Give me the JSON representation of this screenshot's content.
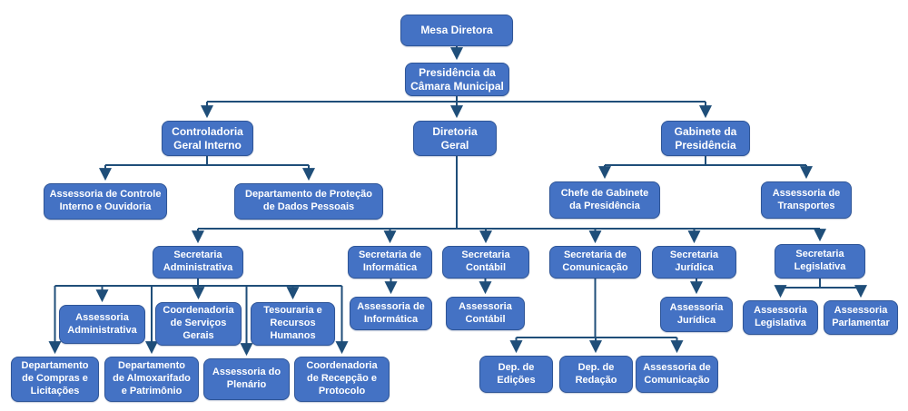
{
  "theme": {
    "background": "#FFFFFF",
    "node_fill": "#4472C4",
    "node_border": "#2E5597",
    "node_text_color": "#FFFFFF",
    "connector_color": "#1F4E79"
  },
  "org_chart": {
    "type": "organizational-chart",
    "nodes": [
      {
        "id": "mesa-diretora",
        "label": "Mesa Diretora",
        "parent": null
      },
      {
        "id": "presidencia",
        "label": "Presidência da Câmara Municipal",
        "parent": "mesa-diretora"
      },
      {
        "id": "controladoria",
        "label": "Controladoria Geral Interno",
        "parent": "presidencia"
      },
      {
        "id": "diretoria-geral",
        "label": "Diretoria Geral",
        "parent": "presidencia"
      },
      {
        "id": "gabinete-presidencia",
        "label": "Gabinete da Presidência",
        "parent": "presidencia"
      },
      {
        "id": "assessoria-controle",
        "label": "Assessoria de Controle Interno e Ouvidoria",
        "parent": "controladoria"
      },
      {
        "id": "dep-protecao-dados",
        "label": "Departamento de Proteção de Dados Pessoais",
        "parent": "controladoria"
      },
      {
        "id": "chefe-gabinete",
        "label": "Chefe de Gabinete da Presidência",
        "parent": "gabinete-presidencia"
      },
      {
        "id": "assessoria-transportes",
        "label": "Assessoria de Transportes",
        "parent": "gabinete-presidencia"
      },
      {
        "id": "sec-administrativa",
        "label": "Secretaria Administrativa",
        "parent": "diretoria-geral"
      },
      {
        "id": "sec-informatica",
        "label": "Secretaria de Informática",
        "parent": "diretoria-geral"
      },
      {
        "id": "sec-contabil",
        "label": "Secretaria Contábil",
        "parent": "diretoria-geral"
      },
      {
        "id": "sec-comunicacao",
        "label": "Secretaria de Comunicação",
        "parent": "diretoria-geral"
      },
      {
        "id": "sec-juridica",
        "label": "Secretaria Jurídica",
        "parent": "diretoria-geral"
      },
      {
        "id": "sec-legislativa",
        "label": "Secretaria Legislativa",
        "parent": "diretoria-geral"
      },
      {
        "id": "assessoria-administrativa",
        "label": "Assessoria Administrativa",
        "parent": "sec-administrativa"
      },
      {
        "id": "coord-servicos-gerais",
        "label": "Coordenadoria de Serviços Gerais",
        "parent": "sec-administrativa"
      },
      {
        "id": "tesouraria-rh",
        "label": "Tesouraria e Recursos Humanos",
        "parent": "sec-administrativa"
      },
      {
        "id": "assessoria-informatica",
        "label": "Assessoria de Informática",
        "parent": "sec-informatica"
      },
      {
        "id": "assessoria-contabil",
        "label": "Assessoria Contábil",
        "parent": "sec-contabil"
      },
      {
        "id": "assessoria-juridica",
        "label": "Assessoria Jurídica",
        "parent": "sec-juridica"
      },
      {
        "id": "assessoria-legislativa",
        "label": "Assessoria Legislativa",
        "parent": "sec-legislativa"
      },
      {
        "id": "assessoria-parlamentar",
        "label": "Assessoria Parlamentar",
        "parent": "sec-legislativa"
      },
      {
        "id": "dep-compras",
        "label": "Departamento de Compras e Licitações",
        "parent": "sec-administrativa"
      },
      {
        "id": "dep-almoxarifado",
        "label": "Departamento de Almoxarifado e Patrimônio",
        "parent": "sec-administrativa"
      },
      {
        "id": "assessoria-plenario",
        "label": "Assessoria do Plenário",
        "parent": "sec-administrativa"
      },
      {
        "id": "coord-recepcao",
        "label": "Coordenadoria de Recepção e Protocolo",
        "parent": "sec-administrativa"
      },
      {
        "id": "dep-edicoes",
        "label": "Dep. de Edições",
        "parent": "sec-comunicacao"
      },
      {
        "id": "dep-redacao",
        "label": "Dep. de Redação",
        "parent": "sec-comunicacao"
      },
      {
        "id": "assessoria-comunicacao",
        "label": "Assessoria de Comunicação",
        "parent": "sec-comunicacao"
      }
    ]
  }
}
